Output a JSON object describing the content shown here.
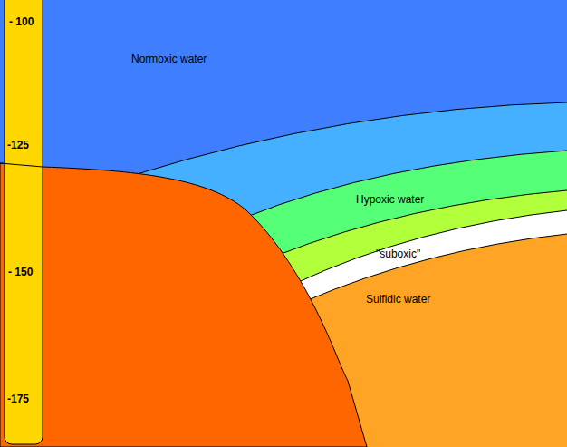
{
  "diagram": {
    "nodes": [
      {
        "text": [
          "Normoxic water"
        ]
      },
      {
        "text": [
          "Hypoxic water"
        ]
      },
      {
        "text": [
          "\"suboxic\""
        ]
      },
      {
        "text": [
          "Sulfidic water"
        ]
      }
    ],
    "labels": [
      "- 100",
      "-125",
      "- 150",
      "-175"
    ]
  }
}
